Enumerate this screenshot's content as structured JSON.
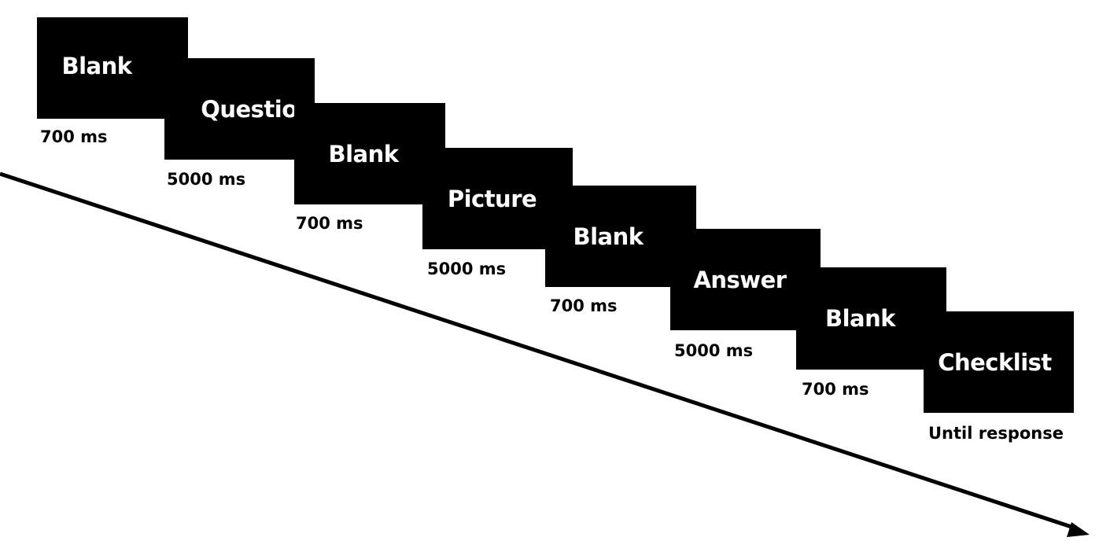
{
  "screens": [
    {
      "label": "Blank",
      "duration": "700 ms"
    },
    {
      "label": "Question",
      "duration": "5000 ms"
    },
    {
      "label": "Blank",
      "duration": "700 ms"
    },
    {
      "label": "Picture",
      "duration": "5000 ms"
    },
    {
      "label": "Blank",
      "duration": "700 ms"
    },
    {
      "label": "Answer",
      "duration": "5000 ms"
    },
    {
      "label": "Blank",
      "duration": "700 ms"
    },
    {
      "label": "Checklist",
      "duration": "Until response"
    }
  ],
  "colors": {
    "screen": "#000000",
    "screen_text": "#ffffff",
    "arrow": "#000000",
    "background": "#ffffff"
  }
}
